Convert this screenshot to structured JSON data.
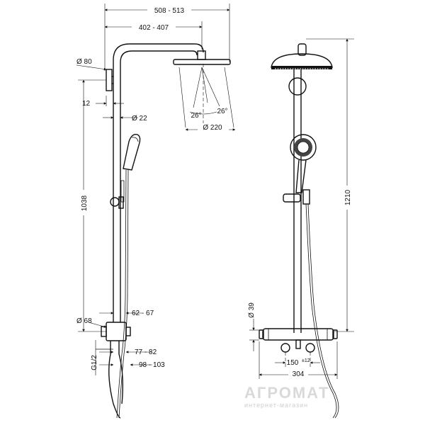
{
  "dimensions": {
    "total_width": "508 - 513",
    "arm_reach": "402 - 407",
    "mount_dia": "Ø 80",
    "wall_offset": "12",
    "pipe_dia": "Ø 22",
    "spray_angle_left": "26°",
    "spray_angle_right": "26°",
    "head_dia": "Ø 220",
    "riser_height": "1038",
    "mixer_dia": "Ø 68",
    "mixer_depth": "62 - 67",
    "connection": "G1/2",
    "outlet_depth_1": "77 - 82",
    "outlet_depth_2": "98 - 103",
    "escutcheon_dia": "Ø 39",
    "total_height": "1210",
    "connection_spacing": "150",
    "connection_tolerance": "±12",
    "mixer_width": "304"
  },
  "watermark": {
    "brand": "АГРОМАТ",
    "tagline": "интернет-магазин"
  }
}
